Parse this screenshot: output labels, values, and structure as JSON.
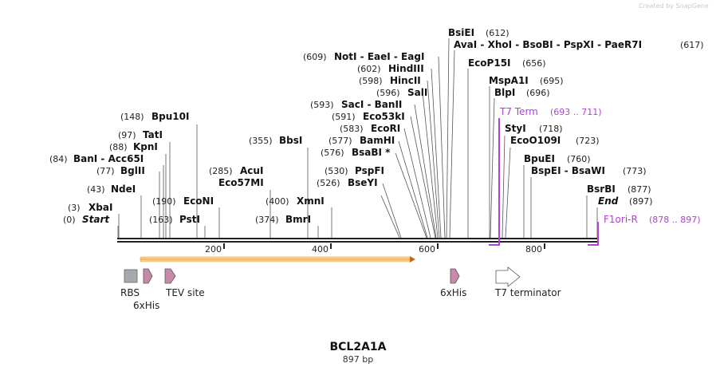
{
  "watermark": "Created by SnapGene",
  "sequence": {
    "name": "BCL2A1A",
    "length_label": "897 bp",
    "length": 897
  },
  "axis": {
    "ticks": [
      "200",
      "400",
      "600",
      "800"
    ]
  },
  "sites": [
    {
      "pos": "(0)",
      "name": "Start",
      "italic": true
    },
    {
      "pos": "(3)",
      "name": "XbaI"
    },
    {
      "pos": "(43)",
      "name": "NdeI"
    },
    {
      "pos": "(77)",
      "name": "BglII"
    },
    {
      "pos": "(84)",
      "name": "BanI  -  Acc65I"
    },
    {
      "pos": "(88)",
      "name": "KpnI"
    },
    {
      "pos": "(97)",
      "name": "TatI"
    },
    {
      "pos": "(148)",
      "name": "Bpu10I"
    },
    {
      "pos": "(163)",
      "name": "PstI"
    },
    {
      "pos": "(190)",
      "name": "EcoNI"
    },
    {
      "pos": "(285)",
      "name": "AcuI"
    },
    {
      "pos": "",
      "name": "Eco57MI"
    },
    {
      "pos": "(355)",
      "name": "BbsI"
    },
    {
      "pos": "(374)",
      "name": "BmrI"
    },
    {
      "pos": "(400)",
      "name": "XmnI"
    },
    {
      "pos": "(526)",
      "name": "BseYI"
    },
    {
      "pos": "(530)",
      "name": "PspFI"
    },
    {
      "pos": "(576)",
      "name": "BsaBI *"
    },
    {
      "pos": "(577)",
      "name": "BamHI"
    },
    {
      "pos": "(583)",
      "name": "EcoRI"
    },
    {
      "pos": "(591)",
      "name": "Eco53kI"
    },
    {
      "pos": "(593)",
      "name": "SacI  -  BanII"
    },
    {
      "pos": "(596)",
      "name": "SalI"
    },
    {
      "pos": "(598)",
      "name": "HincII"
    },
    {
      "pos": "(602)",
      "name": "HindIII"
    },
    {
      "pos": "(609)",
      "name": "NotI  -  EaeI  -  EagI"
    },
    {
      "pos": "(612)",
      "name": "BsiEI"
    },
    {
      "pos": "(617)",
      "name": "AvaI  -  XhoI  -  BsoBI  -  PspXI  -  PaeR7I"
    },
    {
      "pos": "(656)",
      "name": "EcoP15I"
    },
    {
      "pos": "(695)",
      "name": "MspA1I"
    },
    {
      "pos": "(696)",
      "name": "BlpI"
    },
    {
      "pos": "(718)",
      "name": "StyI"
    },
    {
      "pos": "(723)",
      "name": "EcoO109I"
    },
    {
      "pos": "(760)",
      "name": "BpuEI"
    },
    {
      "pos": "(773)",
      "name": "BspEI  -  BsaWI"
    },
    {
      "pos": "(877)",
      "name": "BsrBI"
    },
    {
      "pos": "(897)",
      "name": "End",
      "italic": true
    }
  ],
  "primers": [
    {
      "name": "T7 Term",
      "range": "(693 .. 711)",
      "color": "#b040d8"
    },
    {
      "name": "F1ori-R",
      "range": "(878 .. 897)",
      "color": "#b040d8"
    }
  ],
  "features": [
    {
      "name": "RBS",
      "icon": "rbs-box-icon",
      "color": "#a6a9b0"
    },
    {
      "name": "6xHis",
      "icon": "his-tag-arrow-icon",
      "color": "#c88aab"
    },
    {
      "name": "TEV site",
      "icon": "tev-arrow-icon",
      "color": "#c88aab"
    },
    {
      "name": "6xHis",
      "icon": "his-tag-arrow-icon",
      "color": "#c88aab"
    },
    {
      "name": "T7 terminator",
      "icon": "terminator-arrow-icon",
      "color": "#ffffff"
    }
  ],
  "orf": {
    "color": "#f2b45a",
    "direction": "forward"
  },
  "colors": {
    "backbone": "#222222",
    "primer": "#b040d8",
    "orf": "#f2b45a",
    "tag": "#c88aab"
  }
}
